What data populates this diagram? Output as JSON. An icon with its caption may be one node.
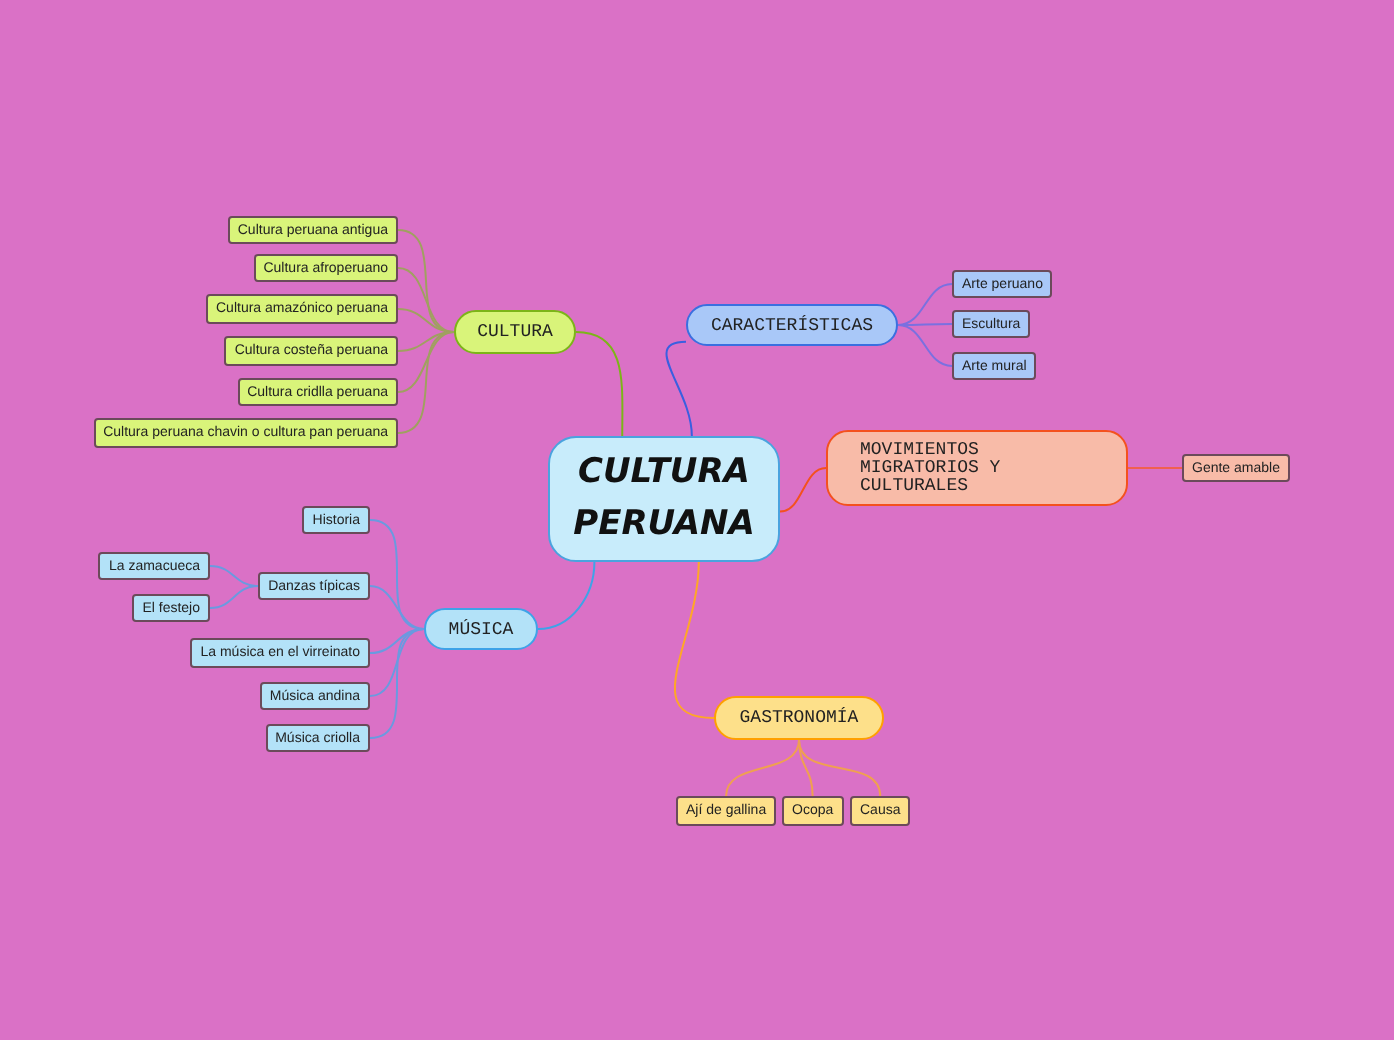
{
  "diagram": {
    "nodes": [
      {
        "text": [
          "CULTURA PERUANA"
        ]
      },
      {
        "text": [
          "CULTURA"
        ]
      },
      {
        "text": [
          "Cultura peruana antigua"
        ]
      },
      {
        "text": [
          "Cultura afroperuano"
        ]
      },
      {
        "text": [
          "Cultura amazónico peruana"
        ]
      },
      {
        "text": [
          "Cultura costeña peruana"
        ]
      },
      {
        "text": [
          "Cultura cridlla peruana"
        ]
      },
      {
        "text": [
          "Cultura peruana chavin o cultura pan peruana"
        ]
      },
      {
        "text": [
          "CARACTERÍSTICAS"
        ]
      },
      {
        "text": [
          "Arte peruano"
        ]
      },
      {
        "text": [
          "Escultura"
        ]
      },
      {
        "text": [
          "Arte mural"
        ]
      },
      {
        "text": [
          "MOVIMIENTOS MIGRATORIOS Y CULTURALES"
        ]
      },
      {
        "text": [
          "Gente amable"
        ]
      },
      {
        "text": [
          "MÚSICA"
        ]
      },
      {
        "text": [
          "Historia"
        ]
      },
      {
        "text": [
          "Danzas típicas"
        ]
      },
      {
        "text": [
          "La zamacueca"
        ]
      },
      {
        "text": [
          "El festejo"
        ]
      },
      {
        "text": [
          "La música en el virreinato"
        ]
      },
      {
        "text": [
          "Música andina"
        ]
      },
      {
        "text": [
          "Música criolla"
        ]
      },
      {
        "text": [
          "GASTRONOMÍA"
        ]
      },
      {
        "text": [
          "Ají de gallina"
        ]
      },
      {
        "text": [
          "Ocopa"
        ]
      },
      {
        "text": [
          "Causa"
        ]
      }
    ],
    "edges": [
      {
        "from": 0,
        "to": 1,
        "arrow": "none",
        "color": "#7cb518"
      },
      {
        "from": 1,
        "to": 2,
        "arrow": "none",
        "color": "#a0a060"
      },
      {
        "from": 1,
        "to": 3,
        "arrow": "none",
        "color": "#a0a060"
      },
      {
        "from": 1,
        "to": 4,
        "arrow": "none",
        "color": "#a0a060"
      },
      {
        "from": 1,
        "to": 5,
        "arrow": "none",
        "color": "#a0a060"
      },
      {
        "from": 1,
        "to": 6,
        "arrow": "none",
        "color": "#a0a060"
      },
      {
        "from": 1,
        "to": 7,
        "arrow": "none",
        "color": "#a0a060"
      },
      {
        "from": 0,
        "to": 8,
        "arrow": "none",
        "color": "#3a5fe0"
      },
      {
        "from": 8,
        "to": 9,
        "arrow": "none",
        "color": "#7a70e0"
      },
      {
        "from": 8,
        "to": 10,
        "arrow": "none",
        "color": "#7a70e0"
      },
      {
        "from": 8,
        "to": 11,
        "arrow": "none",
        "color": "#7a70e0"
      },
      {
        "from": 0,
        "to": 12,
        "arrow": "none",
        "color": "#f4511e"
      },
      {
        "from": 12,
        "to": 13,
        "arrow": "none",
        "color": "#f06050"
      },
      {
        "from": 0,
        "to": 14,
        "arrow": "none",
        "color": "#3ea3e8"
      },
      {
        "from": 14,
        "to": 15,
        "arrow": "none",
        "color": "#6a9ae0"
      },
      {
        "from": 14,
        "to": 16,
        "arrow": "none",
        "color": "#6a9ae0"
      },
      {
        "from": 16,
        "to": 17,
        "arrow": "none",
        "color": "#6a9ae0"
      },
      {
        "from": 16,
        "to": 18,
        "arrow": "none",
        "color": "#6a9ae0"
      },
      {
        "from": 14,
        "to": 19,
        "arrow": "none",
        "color": "#6a9ae0"
      },
      {
        "from": 14,
        "to": 20,
        "arrow": "none",
        "color": "#6a9ae0"
      },
      {
        "from": 14,
        "to": 21,
        "arrow": "none",
        "color": "#6a9ae0"
      },
      {
        "from": 0,
        "to": 22,
        "arrow": "none",
        "color": "#ffa726"
      },
      {
        "from": 22,
        "to": 23,
        "arrow": "none",
        "color": "#f0a050"
      },
      {
        "from": 22,
        "to": 24,
        "arrow": "none",
        "color": "#f0a050"
      },
      {
        "from": 22,
        "to": 25,
        "arrow": "none",
        "color": "#f0a050"
      }
    ]
  }
}
